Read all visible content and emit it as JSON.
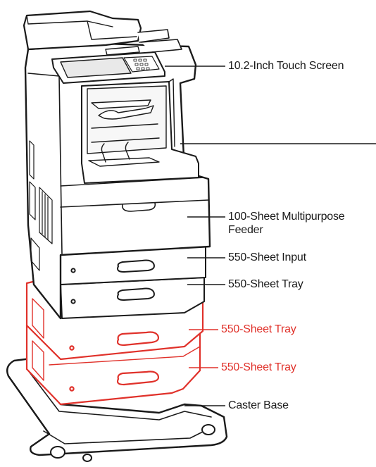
{
  "colors": {
    "outline": "#1a1a1a",
    "highlight": "#e0312a",
    "label_default": "#1a1a1a"
  },
  "callouts": [
    {
      "id": "touch-screen",
      "text": "10.2-Inch Touch Screen",
      "color": "#1a1a1a"
    },
    {
      "id": "multipurpose-feeder",
      "text": "100-Sheet Multipurpose Feeder",
      "color": "#1a1a1a"
    },
    {
      "id": "input-550",
      "text": "550-Sheet Input",
      "color": "#1a1a1a"
    },
    {
      "id": "tray-550-std",
      "text": "550-Sheet Tray",
      "color": "#1a1a1a"
    },
    {
      "id": "tray-550-opt-1",
      "text": "550-Sheet Tray",
      "color": "#e0312a"
    },
    {
      "id": "tray-550-opt-2",
      "text": "550-Sheet Tray",
      "color": "#e0312a"
    },
    {
      "id": "caster-base",
      "text": "Caster Base",
      "color": "#1a1a1a"
    }
  ]
}
